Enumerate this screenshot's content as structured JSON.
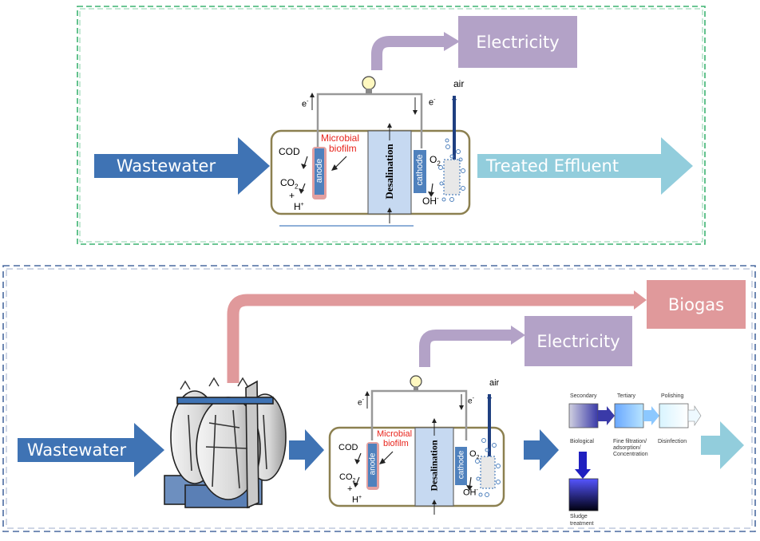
{
  "colors": {
    "top_border": "#3cb371",
    "bottom_border": "#4a6aa0",
    "wastewater_arrow": "#3f73b4",
    "effluent_arrow": "#92cddc",
    "electricity": "#b3a2c7",
    "biogas": "#e0999b",
    "cell_border": "#8c8050",
    "desal_fill": "#c6d9f1",
    "electrode": "#4f81bd",
    "biofilm": "#e3a0a0",
    "red_text": "#e8241c"
  },
  "top_panel": {
    "wastewater": "Wastewater",
    "treated_effluent": "Treated Effluent",
    "electricity": "Electricity",
    "cell": {
      "cod": "COD",
      "co2": "CO",
      "co2_sub": "2",
      "plus": "+",
      "h": "H",
      "h_sup": "+",
      "biofilm_line1": "Microbial",
      "biofilm_line2": "biofilm",
      "anode": "anode",
      "cathode": "cathode",
      "desalination": "Desalination",
      "o2": "O",
      "o2_sub": "2",
      "oh": "OH",
      "oh_sup": "-",
      "air": "air",
      "e_left": "e",
      "e_left_sup": "-",
      "e_right": "e",
      "e_right_sup": "-"
    }
  },
  "bottom_panel": {
    "wastewater": "Wastewater",
    "biogas": "Biogas",
    "electricity": "Electricity",
    "cell": {
      "cod": "COD",
      "co2": "CO",
      "co2_sub": "2",
      "plus": "+",
      "h": "H",
      "h_sup": "+",
      "biofilm_line1": "Microbial",
      "biofilm_line2": "biofilm",
      "anode": "anode",
      "cathode": "cathode",
      "desalination": "Desalination",
      "o2": "O",
      "o2_sub": "2",
      "oh": "OH",
      "oh_sup": "-",
      "air": "air",
      "e_left": "e",
      "e_left_sup": "-",
      "e_right": "e",
      "e_right_sup": "-"
    },
    "treatment": {
      "secondary": "Secondary",
      "tertiary": "Tertiary",
      "polishing": "Polishing",
      "biological": "Biological",
      "fine_filtration_1": "Fine filtration/",
      "fine_filtration_2": "adsorption/",
      "fine_filtration_3": "Concentration",
      "disinfection": "Disinfection",
      "sludge_1": "Sludge",
      "sludge_2": "treatment"
    }
  }
}
